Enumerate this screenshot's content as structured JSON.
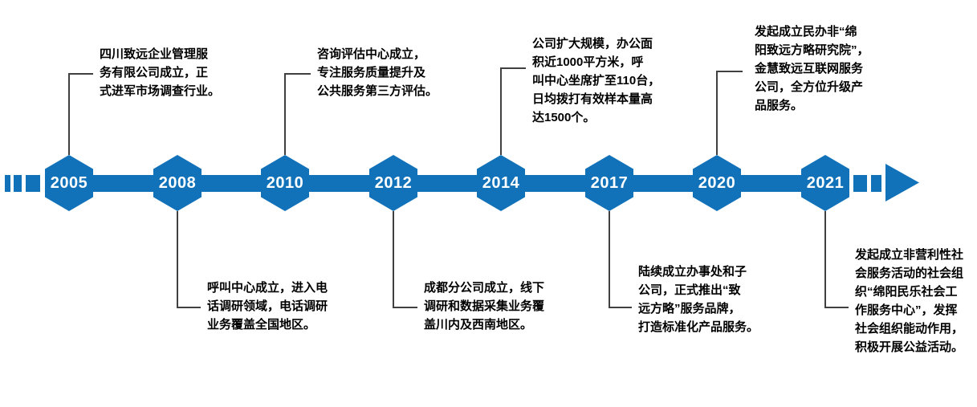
{
  "page": {
    "background": "#ffffff"
  },
  "timeline": {
    "accent_color": "#1172B9",
    "connector_color": "#404040",
    "events": [
      {
        "year": "2005",
        "position": "above",
        "text": "四川致远企业管理服\n务有限公司成立，正\n式进军市场调查行业。"
      },
      {
        "year": "2008",
        "position": "below",
        "text": "呼叫中心成立，进入电\n话调研领域，电话调研\n业务覆盖全国地区。"
      },
      {
        "year": "2010",
        "position": "above",
        "text": "咨询评估中心成立，\n专注服务质量提升及\n公共服务第三方评估。"
      },
      {
        "year": "2012",
        "position": "below",
        "text": "成都分公司成立，线下\n调研和数据采集业务覆\n盖川内及西南地区。"
      },
      {
        "year": "2014",
        "position": "above",
        "text": "公司扩大规模，办公面\n积近1000平方米，呼\n叫中心坐席扩至110台，\n日均拨打有效样本量高\n达1500个。"
      },
      {
        "year": "2017",
        "position": "below",
        "text": "陆续成立办事处和子\n公司，正式推出“致\n远方略”服务品牌，\n打造标准化产品服务。"
      },
      {
        "year": "2020",
        "position": "above",
        "text": "发起成立民办非“绵\n阳致远方略研究院”，\n金慧致远互联网服务\n公司，全方位升级产\n品服务。"
      },
      {
        "year": "2021",
        "position": "below",
        "text": "发起成立非营利性社\n会服务活动的社会组\n织“绵阳民乐社会工\n作服务中心”，发挥\n社会组织能动作用，\n积极开展公益活动。"
      }
    ]
  }
}
